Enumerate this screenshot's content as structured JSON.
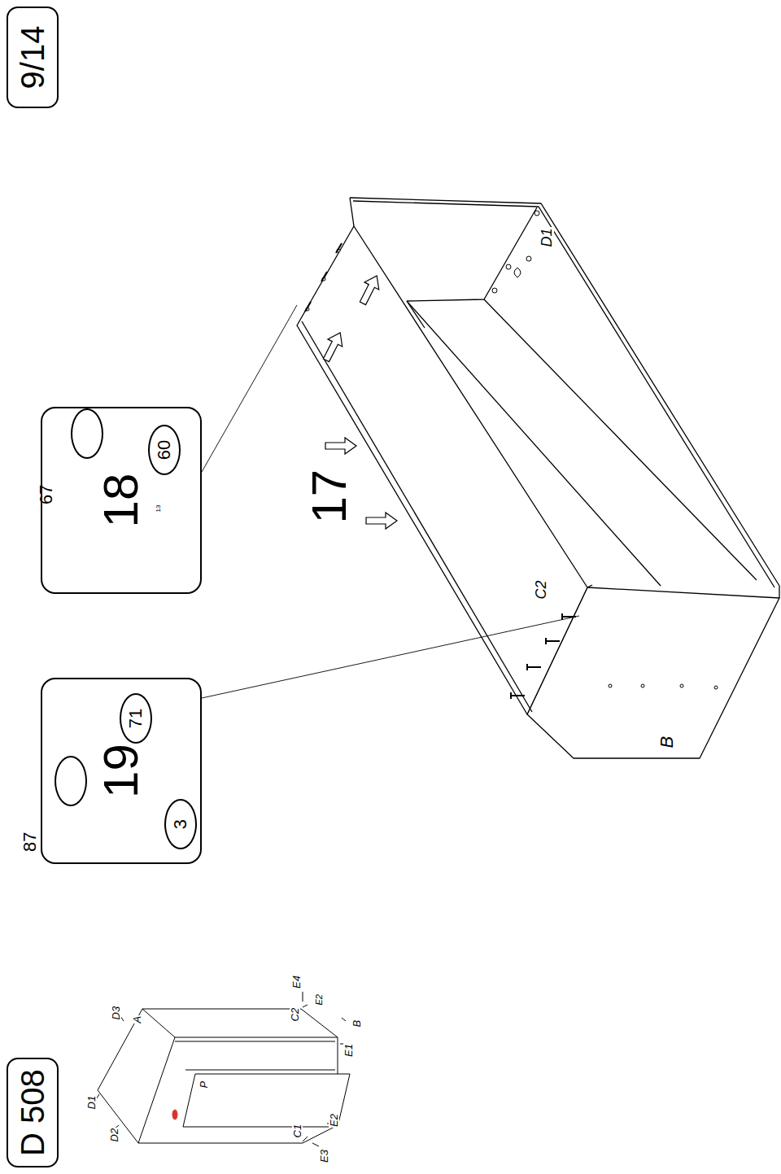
{
  "diagram": {
    "nodes": [
      {
        "text": [
          "D 508"
        ]
      },
      {
        "text": [
          "19"
        ]
      },
      {
        "text": [
          "87"
        ],
        "in": 1
      },
      {
        "text": [
          "71"
        ],
        "in": 1
      },
      {
        "text": [
          "3"
        ],
        "in": 1
      },
      {
        "text": [
          "18"
        ]
      },
      {
        "text": [
          "67"
        ],
        "in": 5
      },
      {
        "text": [
          "60"
        ],
        "in": 5
      },
      {
        "text": [
          "9/14"
        ]
      }
    ],
    "labels": [
      "17",
      "C2",
      "D1",
      "B",
      "13",
      "D3",
      "A",
      "D1",
      "D2",
      "P",
      "C1",
      "E3",
      "E2",
      "E1",
      "B",
      "C2",
      "E4",
      "E2"
    ]
  }
}
